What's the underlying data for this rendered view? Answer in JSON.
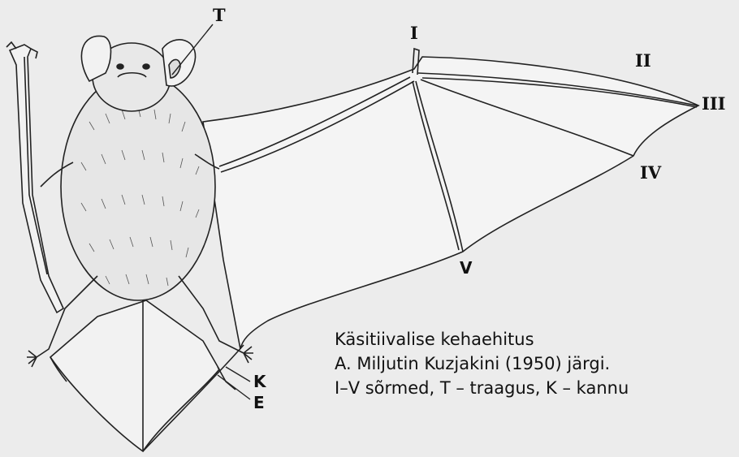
{
  "labels": {
    "t": "T",
    "i": "I",
    "ii": "II",
    "iii": "III",
    "iv": "IV",
    "v": "V",
    "k": "K",
    "e": "E"
  },
  "caption": {
    "line1": "Käsitiivalise kehaehitus",
    "line2": "A. Miljutin Kuzjakini (1950) järgi.",
    "line3": "I–V sõrmed, T – traagus, K – kannu"
  }
}
